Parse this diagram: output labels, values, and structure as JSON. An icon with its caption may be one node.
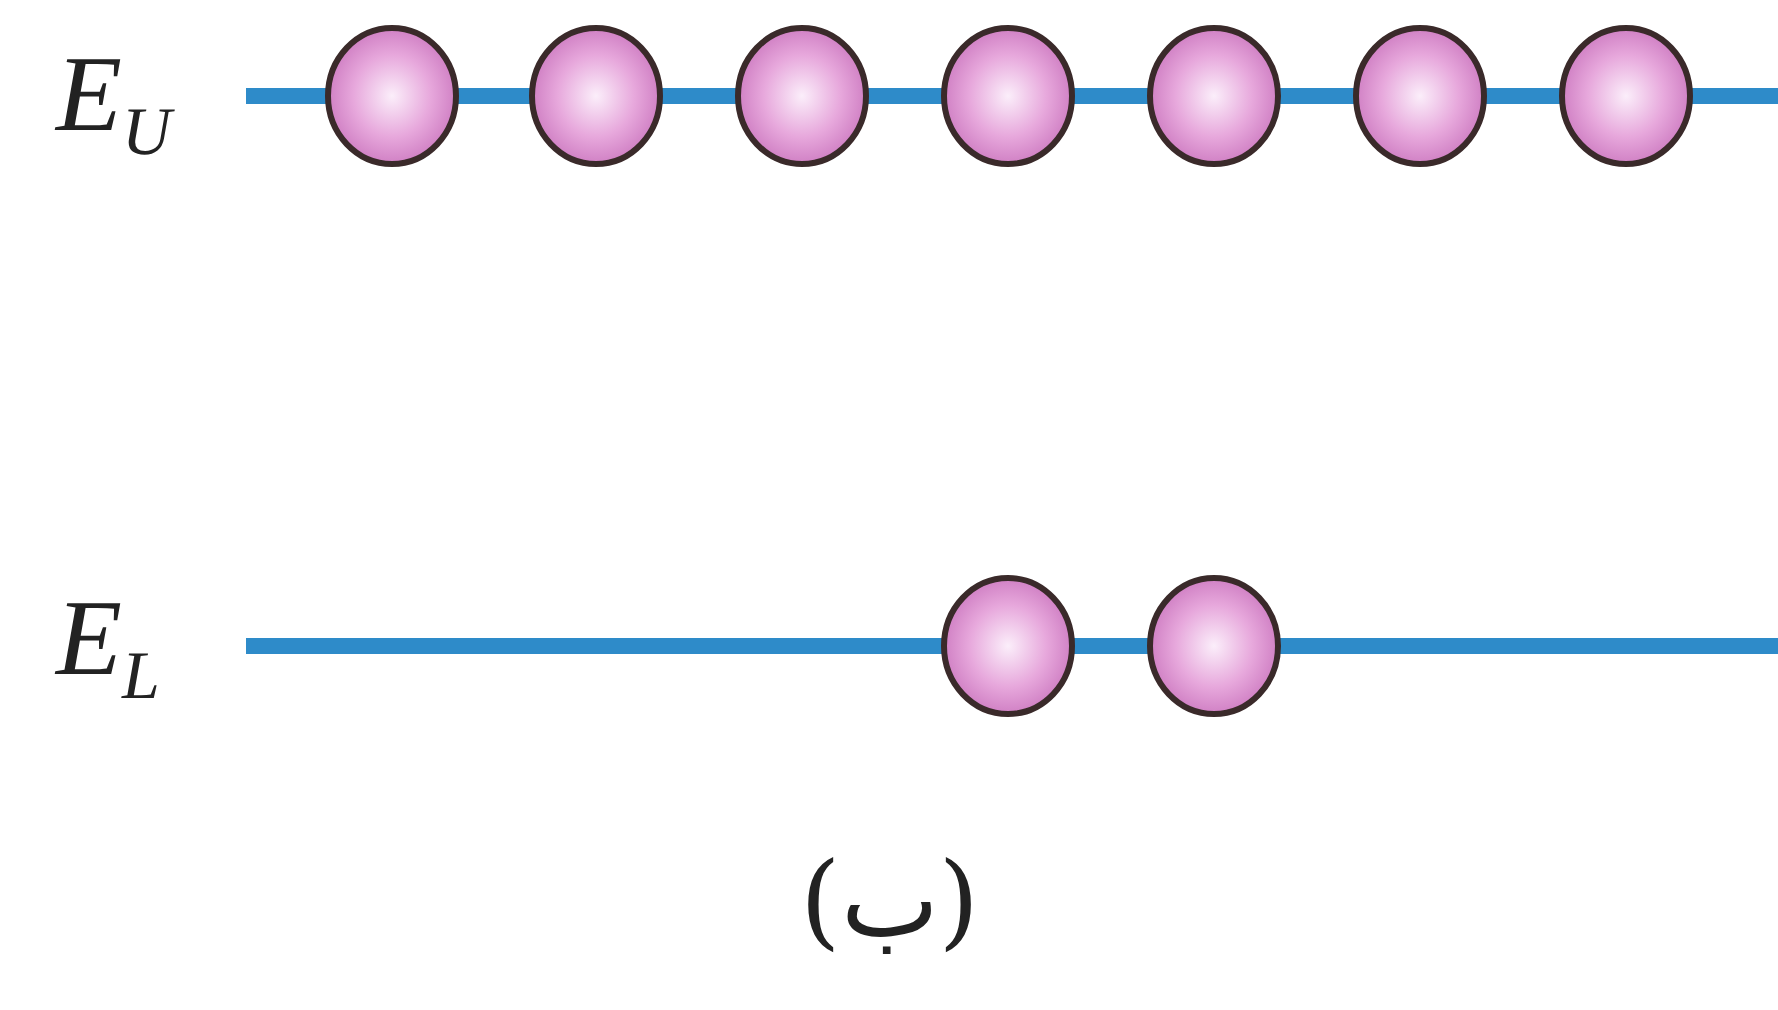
{
  "diagram": {
    "caption": "(ب)",
    "labels": [
      "E$_{U}$",
      "E$_{L}$"
    ]
  }
}
